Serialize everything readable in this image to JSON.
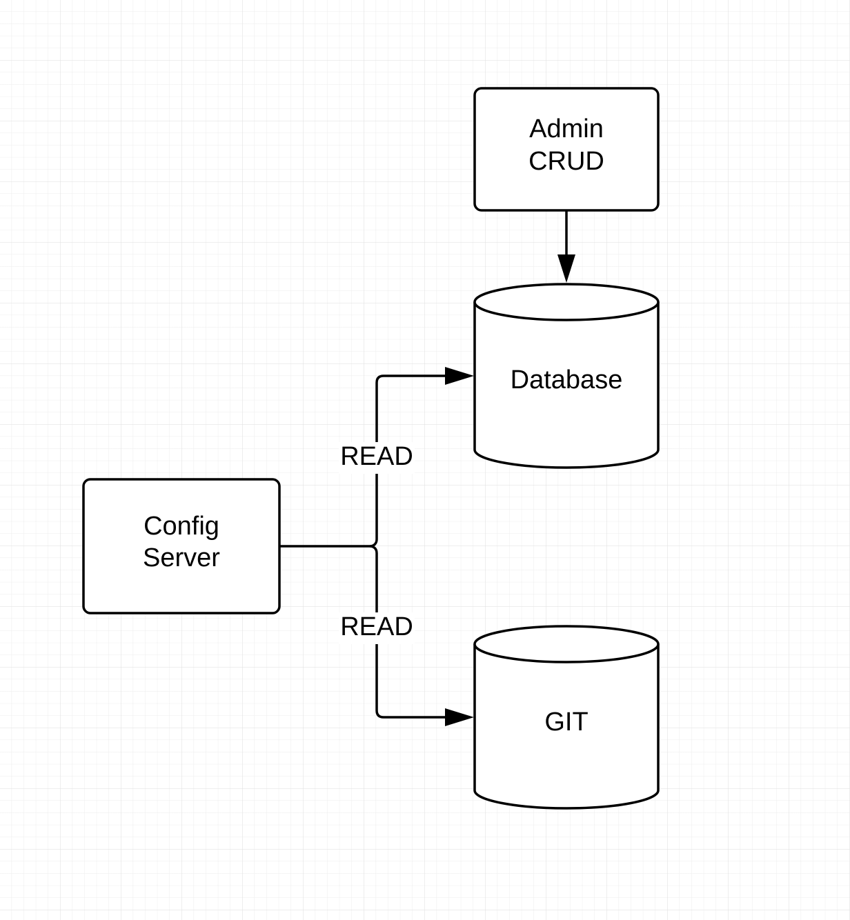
{
  "nodes": {
    "admin": {
      "lines": [
        "Admin",
        "CRUD"
      ]
    },
    "database": {
      "label": "Database"
    },
    "config": {
      "lines": [
        "Config",
        "Server"
      ]
    },
    "git": {
      "label": "GIT"
    }
  },
  "edges": {
    "read_database": {
      "label": "READ"
    },
    "read_git": {
      "label": "READ"
    }
  }
}
